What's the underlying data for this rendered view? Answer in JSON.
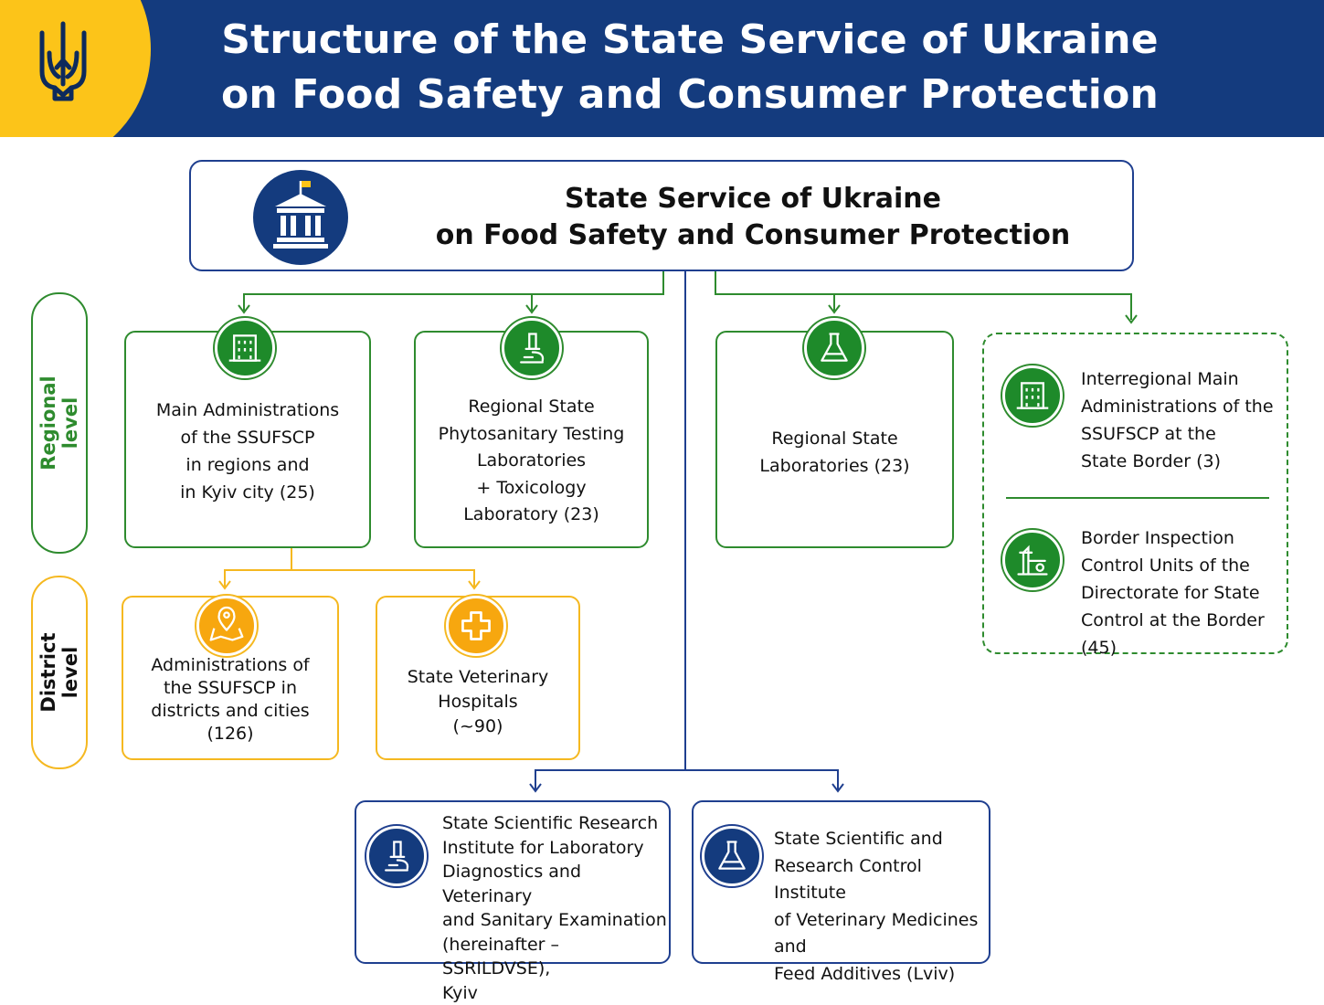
{
  "header": {
    "title_line1": "Structure of the State Service of Ukraine",
    "title_line2": "on Food Safety and Consumer Protection",
    "emblem": "trident-emblem",
    "colors": {
      "header_bg": "#143b7e",
      "corner": "#fcc419"
    }
  },
  "top": {
    "line1": "State Service of Ukraine",
    "line2": "on Food Safety and Consumer Protection",
    "icon": "government-building-icon"
  },
  "levels": {
    "regional": {
      "line1": "Regional",
      "line2": "level",
      "color": "#2e8b2e"
    },
    "district": {
      "line1": "District",
      "line2": "level",
      "color": "#111111"
    }
  },
  "regional": {
    "main_admin": {
      "icon": "office-building-icon",
      "lines": [
        "Main Administrations",
        "of the SSUFSCP",
        "in regions and",
        "in Kyiv city (25)"
      ]
    },
    "phyto_labs": {
      "icon": "microscope-icon",
      "lines": [
        "Regional State",
        "Phytosanitary Testing",
        "Laboratories",
        "+ Toxicology",
        "Laboratory (23)"
      ]
    },
    "state_labs": {
      "icon": "flask-icon",
      "lines": [
        "Regional State",
        "Laboratories (23)"
      ]
    },
    "border_admin": {
      "icon": "office-building-icon",
      "lines": [
        "Interregional Main",
        "Administrations of the",
        "SSUFSCP at the",
        "State Border (3)"
      ]
    },
    "border_units": {
      "icon": "border-checkpoint-icon",
      "lines": [
        "Border Inspection",
        "Control Units of the",
        "Directorate for State",
        "Control at the Border (45)"
      ]
    }
  },
  "district": {
    "admins": {
      "icon": "map-pin-icon",
      "lines": [
        "Administrations of",
        "the SSUFSCP in",
        "districts and cities",
        "(126)"
      ]
    },
    "hospitals": {
      "icon": "medical-cross-icon",
      "lines": [
        "State Veterinary",
        "Hospitals",
        "(~90)"
      ]
    }
  },
  "institutes": {
    "ssrildvse": {
      "icon": "microscope-icon",
      "lines": [
        "State Scientific Research",
        "Institute for Laboratory",
        "Diagnostics and Veterinary",
        "and Sanitary Examination",
        "(hereinafter – SSRILDVSE),",
        "Kyiv"
      ]
    },
    "lviv": {
      "icon": "flask-icon",
      "lines": [
        "State Scientific and",
        "Research Control Institute",
        "of Veterinary Medicines and",
        "Feed Additives (Lviv)"
      ]
    }
  },
  "colors": {
    "green": "#2e8b2e",
    "orange": "#f5b820",
    "blue": "#1f3f8f"
  }
}
